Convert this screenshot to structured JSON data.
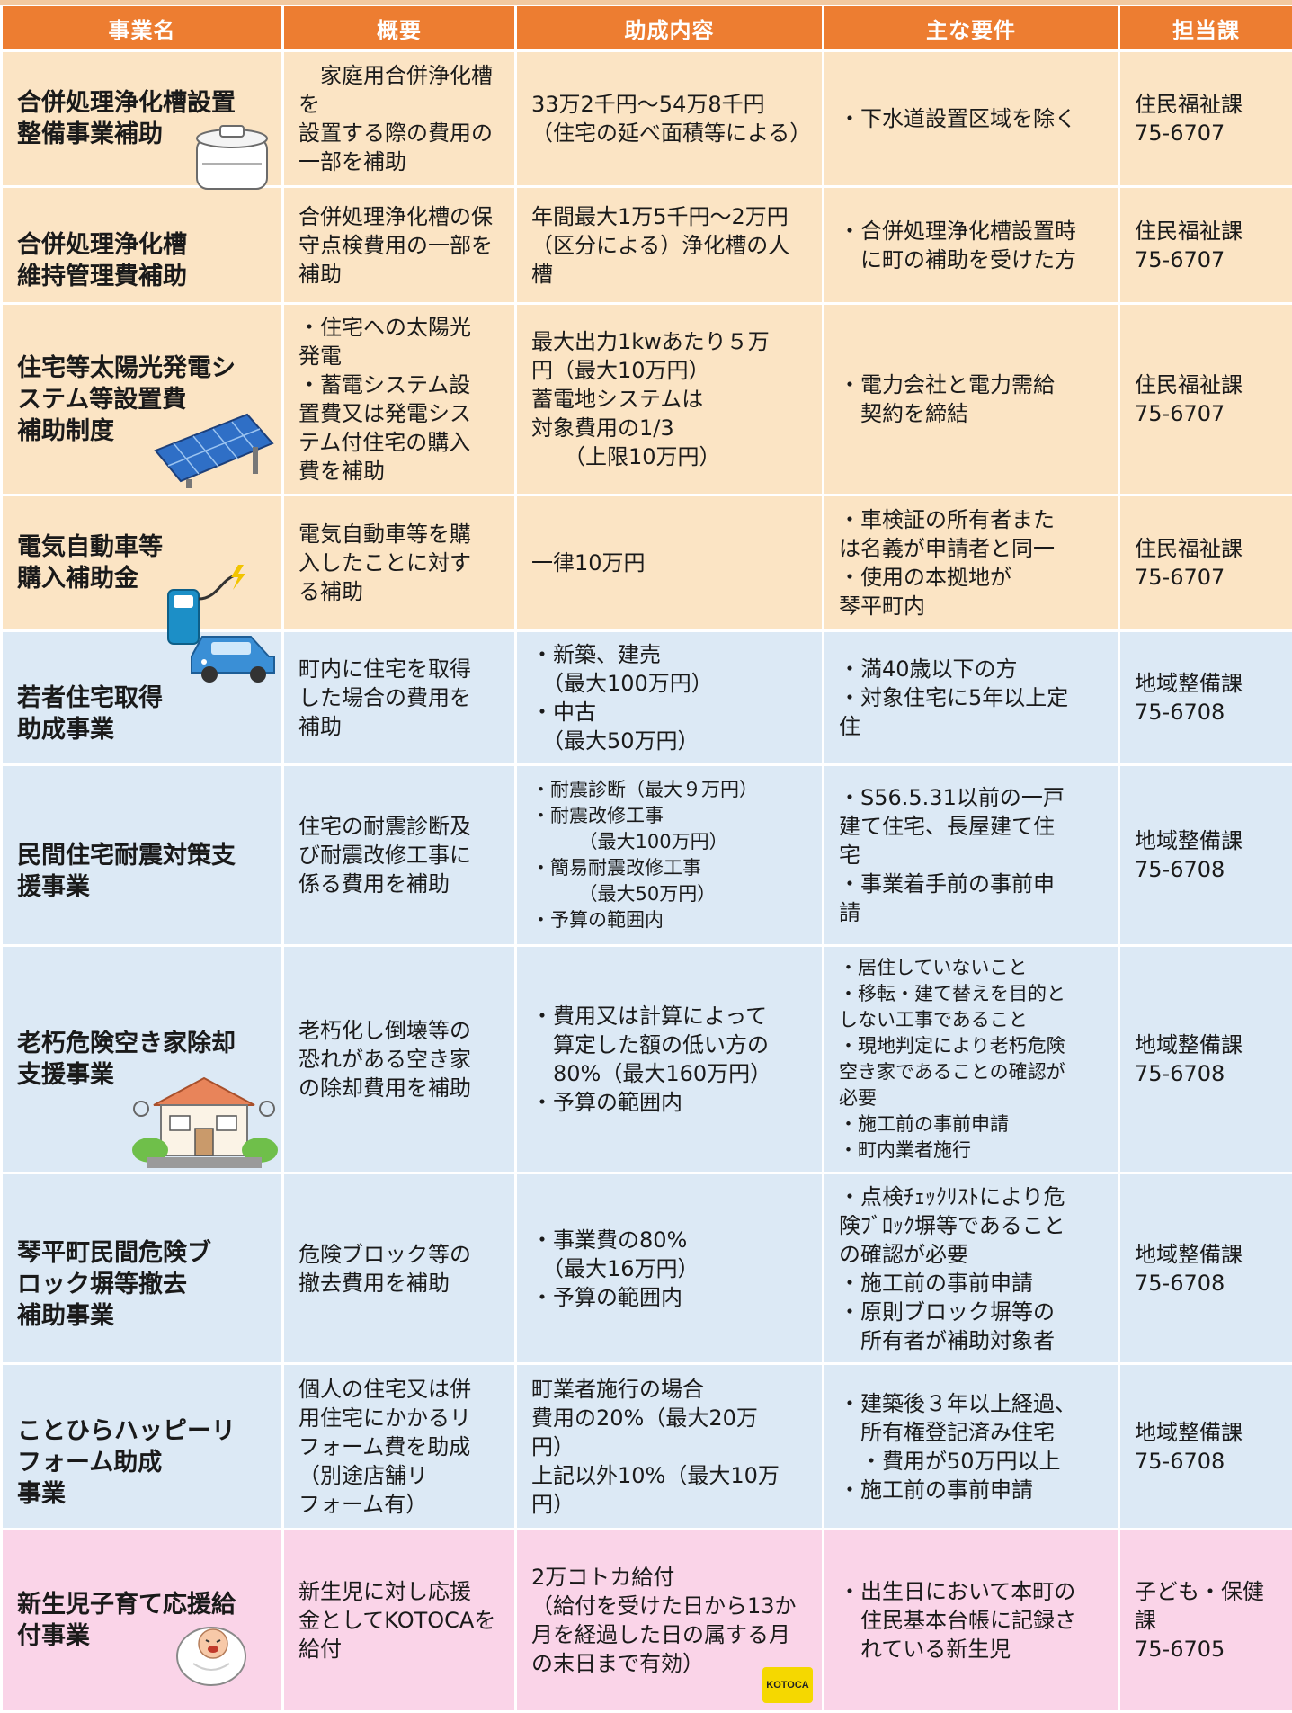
{
  "header": {
    "col_name": "事業名",
    "col_summary": "概要",
    "col_subsidy": "助成内容",
    "col_requirements": "主な要件",
    "col_department": "担当課"
  },
  "rows": [
    {
      "name": "合併処理浄化槽設置\n整備事業補助",
      "summary": "　家庭用合併浄化槽を\n設置する際の費用の\n一部を補助",
      "subsidy": "33万2千円～54万8千円\n（住宅の延べ面積等による）",
      "requirements": "・下水道設置区域を除く",
      "department": "住民福祉課\n75-6707",
      "theme": "orange",
      "icon": "septic-tank-icon"
    },
    {
      "name": "合併処理浄化槽\n維持管理費補助",
      "summary": "合併処理浄化槽の保\n守点検費用の一部を\n補助",
      "subsidy": "年間最大1万5千円～2万円\n（区分による）浄化槽の人槽",
      "requirements": "・合併処理浄化槽設置時\n　に町の補助を受けた方",
      "department": "住民福祉課\n75-6707",
      "theme": "orange",
      "icon": ""
    },
    {
      "name": "住宅等太陽光発電シ\nステム等設置費\n補助制度",
      "summary": "・住宅への太陽光\n発電\n・蓄電システム設\n置費又は発電シス\nテム付住宅の購入\n費を補助",
      "subsidy": "最大出力1kwあたり５万\n円（最大10万円）\n蓄電地システムは\n対象費用の1/3\n　　（上限10万円）",
      "requirements": "・電力会社と電力需給\n　契約を締結",
      "department": "住民福祉課\n75-6707",
      "theme": "orange",
      "icon": "solar-panel-icon"
    },
    {
      "name": "電気自動車等\n購入補助金",
      "summary": "電気自動車等を購\n入したことに対す\nる補助",
      "subsidy": "一律10万円",
      "requirements": "・車検証の所有者また\nは名義が申請者と同一\n・使用の本拠地が\n琴平町内",
      "department": "住民福祉課\n75-6707",
      "theme": "orange",
      "icon": "electric-car-icon"
    },
    {
      "name": "若者住宅取得\n助成事業",
      "summary": "町内に住宅を取得\nした場合の費用を\n補助",
      "subsidy": "・新築、建売\n　（最大100万円）\n・中古\n　（最大50万円）",
      "requirements": "・満40歳以下の方\n・対象住宅に5年以上定\n住",
      "department": "地域整備課\n75-6708",
      "theme": "blue",
      "icon": ""
    },
    {
      "name": "民間住宅耐震対策支\n援事業",
      "summary": "住宅の耐震診断及\nび耐震改修工事に\n係る費用を補助",
      "subsidy": "・耐震診断（最大９万円）\n・耐震改修工事\n　　　（最大100万円）\n・簡易耐震改修工事\n　　　（最大50万円）\n・予算の範囲内",
      "requirements": "・S56.5.31以前の一戸\n建て住宅、長屋建て住\n宅\n・事業着手前の事前申\n請",
      "department": "地域整備課\n75-6708",
      "theme": "blue",
      "icon": ""
    },
    {
      "name": "老朽危険空き家除却\n支援事業",
      "summary": "老朽化し倒壊等の\n恐れがある空き家\nの除却費用を補助",
      "subsidy": "・費用又は計算によって\n　算定した額の低い方の\n　80%（最大160万円）\n・予算の範囲内",
      "requirements": "・居住していないこと\n・移転・建て替えを目的と\nしない工事であること\n・現地判定により老朽危険\n空き家であることの確認が\n必要\n・施工前の事前申請\n・町内業者施行",
      "department": "地域整備課\n75-6708",
      "theme": "blue",
      "icon": "old-house-icon"
    },
    {
      "name": "琴平町民間危険ブ\nロック塀等撤去\n補助事業",
      "summary": "危険ブロック等の\n撤去費用を補助",
      "subsidy": "・事業費の80%\n　（最大16万円）\n・予算の範囲内",
      "requirements": "・点検ﾁｪｯｸﾘｽﾄにより危\n険ﾌﾞﾛｯｸ塀等であること\nの確認が必要\n・施工前の事前申請\n・原則ブロック塀等の\n　所有者が補助対象者",
      "department": "地域整備課\n75-6708",
      "theme": "blue",
      "icon": ""
    },
    {
      "name": "ことひらハッピーリ\nフォーム助成\n事業",
      "summary": "個人の住宅又は併\n用住宅にかかるリ\nフォーム費を助成\n（別途店舗リ\nフォーム有）",
      "subsidy": "町業者施行の場合\n費用の20%（最大20万\n円）\n上記以外10%（最大10万\n円）",
      "requirements": "・建築後３年以上経過、\n　所有権登記済み住宅\n　・費用が50万円以上\n・施工前の事前申請",
      "department": "地域整備課\n75-6708",
      "theme": "blue",
      "icon": ""
    },
    {
      "name": "新生児子育て応援給\n付事業",
      "summary": "新生児に対し応援\n金としてKOTOCAを\n給付",
      "subsidy": "2万コトカ給付\n（給付を受けた日から13か\n月を経過した日の属する月\nの末日まで有効）",
      "requirements": "・出生日において本町の\n　住民基本台帳に記録さ\n　れている新生児",
      "department": "子ども・保健\n課\n75-6705",
      "theme": "pink",
      "icon": "baby-icon",
      "logo_text": "KOTOCA"
    }
  ],
  "colors": {
    "header_bg": "#ed7d31",
    "orange_row": "#fbe4c4",
    "blue_row": "#dce9f5",
    "pink_row": "#fad4e8"
  }
}
